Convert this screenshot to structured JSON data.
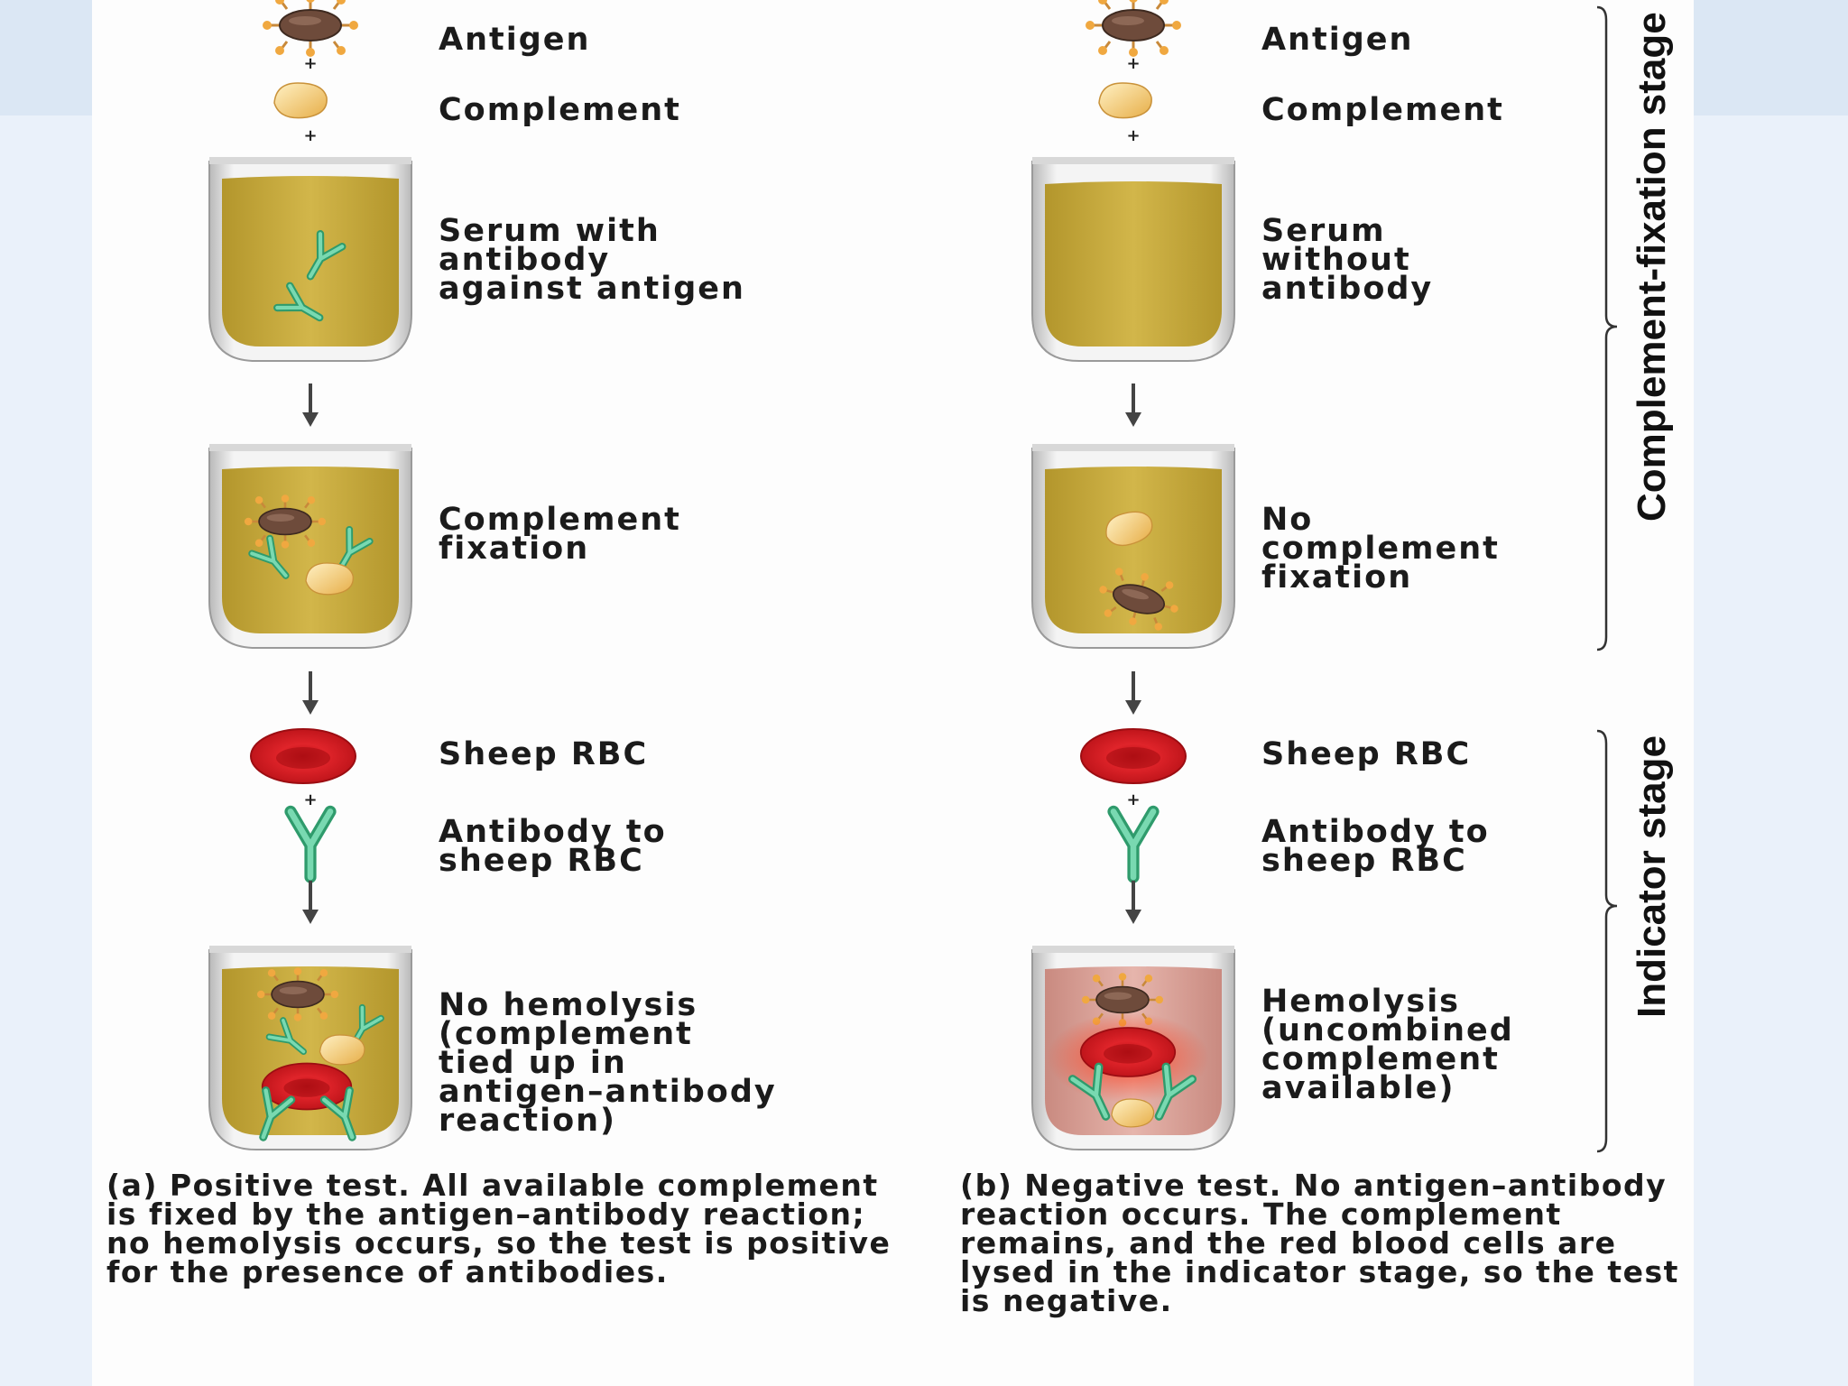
{
  "left": {
    "antigen": "Antigen",
    "complement": "Complement",
    "serum": "Serum with\nantibody\nagainst antigen",
    "fixation": "Complement\nfixation",
    "sheep_rbc": "Sheep RBC",
    "antibody_rbc": "Antibody to\nsheep RBC",
    "result": "No hemolysis\n(complement\ntied up in\nantigen–antibody\nreaction)",
    "caption_head": "(a) Positive test.",
    "caption_body": " All available complement is fixed by the antigen–antibody reaction; no hemolysis occurs, so the test is positive for the presence of antibodies."
  },
  "right": {
    "antigen": "Antigen",
    "complement": "Complement",
    "serum": "Serum\nwithout\nantibody",
    "fixation": "No\ncomplement\nfixation",
    "sheep_rbc": "Sheep RBC",
    "antibody_rbc": "Antibody to\nsheep RBC",
    "result": "Hemolysis\n(uncombined\ncomplement\navailable)",
    "caption_head": "(b) Negative test.",
    "caption_body": " No antigen–antibody reaction occurs. The complement remains, and the red blood cells are lysed in the indicator stage, so the test is negative."
  },
  "stages": {
    "fixation_stage": "Complement-fixation stage",
    "indicator_stage": "Indicator stage"
  },
  "plus_sign": "+",
  "colors": {
    "serum": "#c9ad3c",
    "antigen": "#6b4a3a",
    "complement": "#f2c66a",
    "rbc": "#d9141b",
    "antibody": "#5cc89a"
  }
}
